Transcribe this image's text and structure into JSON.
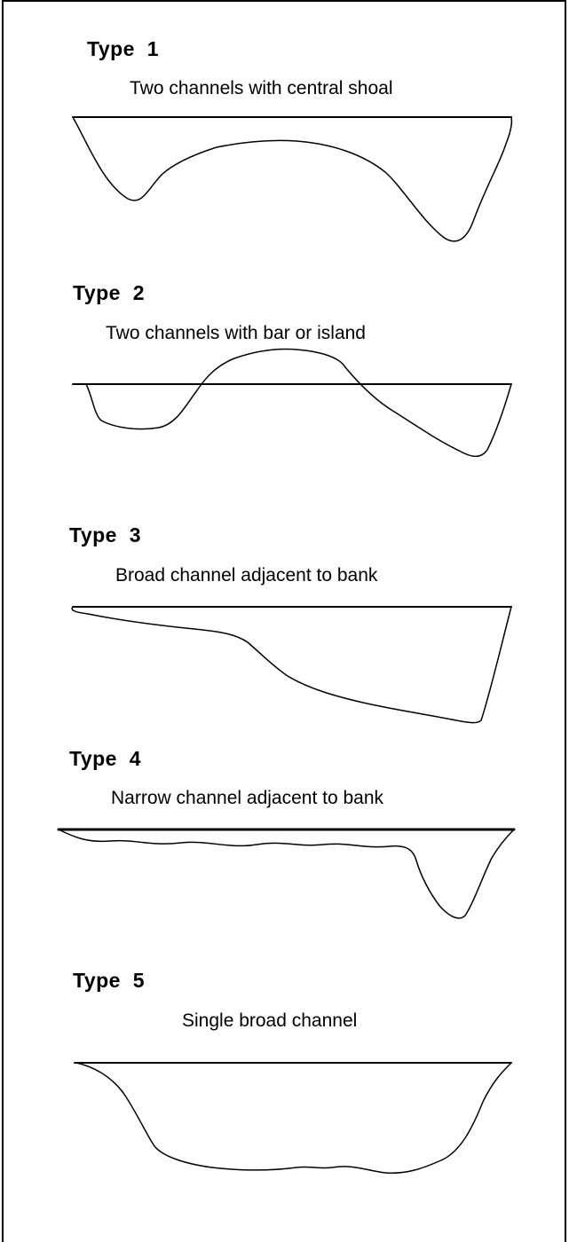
{
  "sections": [
    {
      "label": "Type  1",
      "description": "Two channels with central shoal"
    },
    {
      "label": "Type  2",
      "description": "Two channels with bar or island"
    },
    {
      "label": "Type  3",
      "description": "Broad channel adjacent to bank"
    },
    {
      "label": "Type  4",
      "description": "Narrow channel adjacent to bank"
    },
    {
      "label": "Type  5",
      "description": "Single broad channel"
    }
  ]
}
